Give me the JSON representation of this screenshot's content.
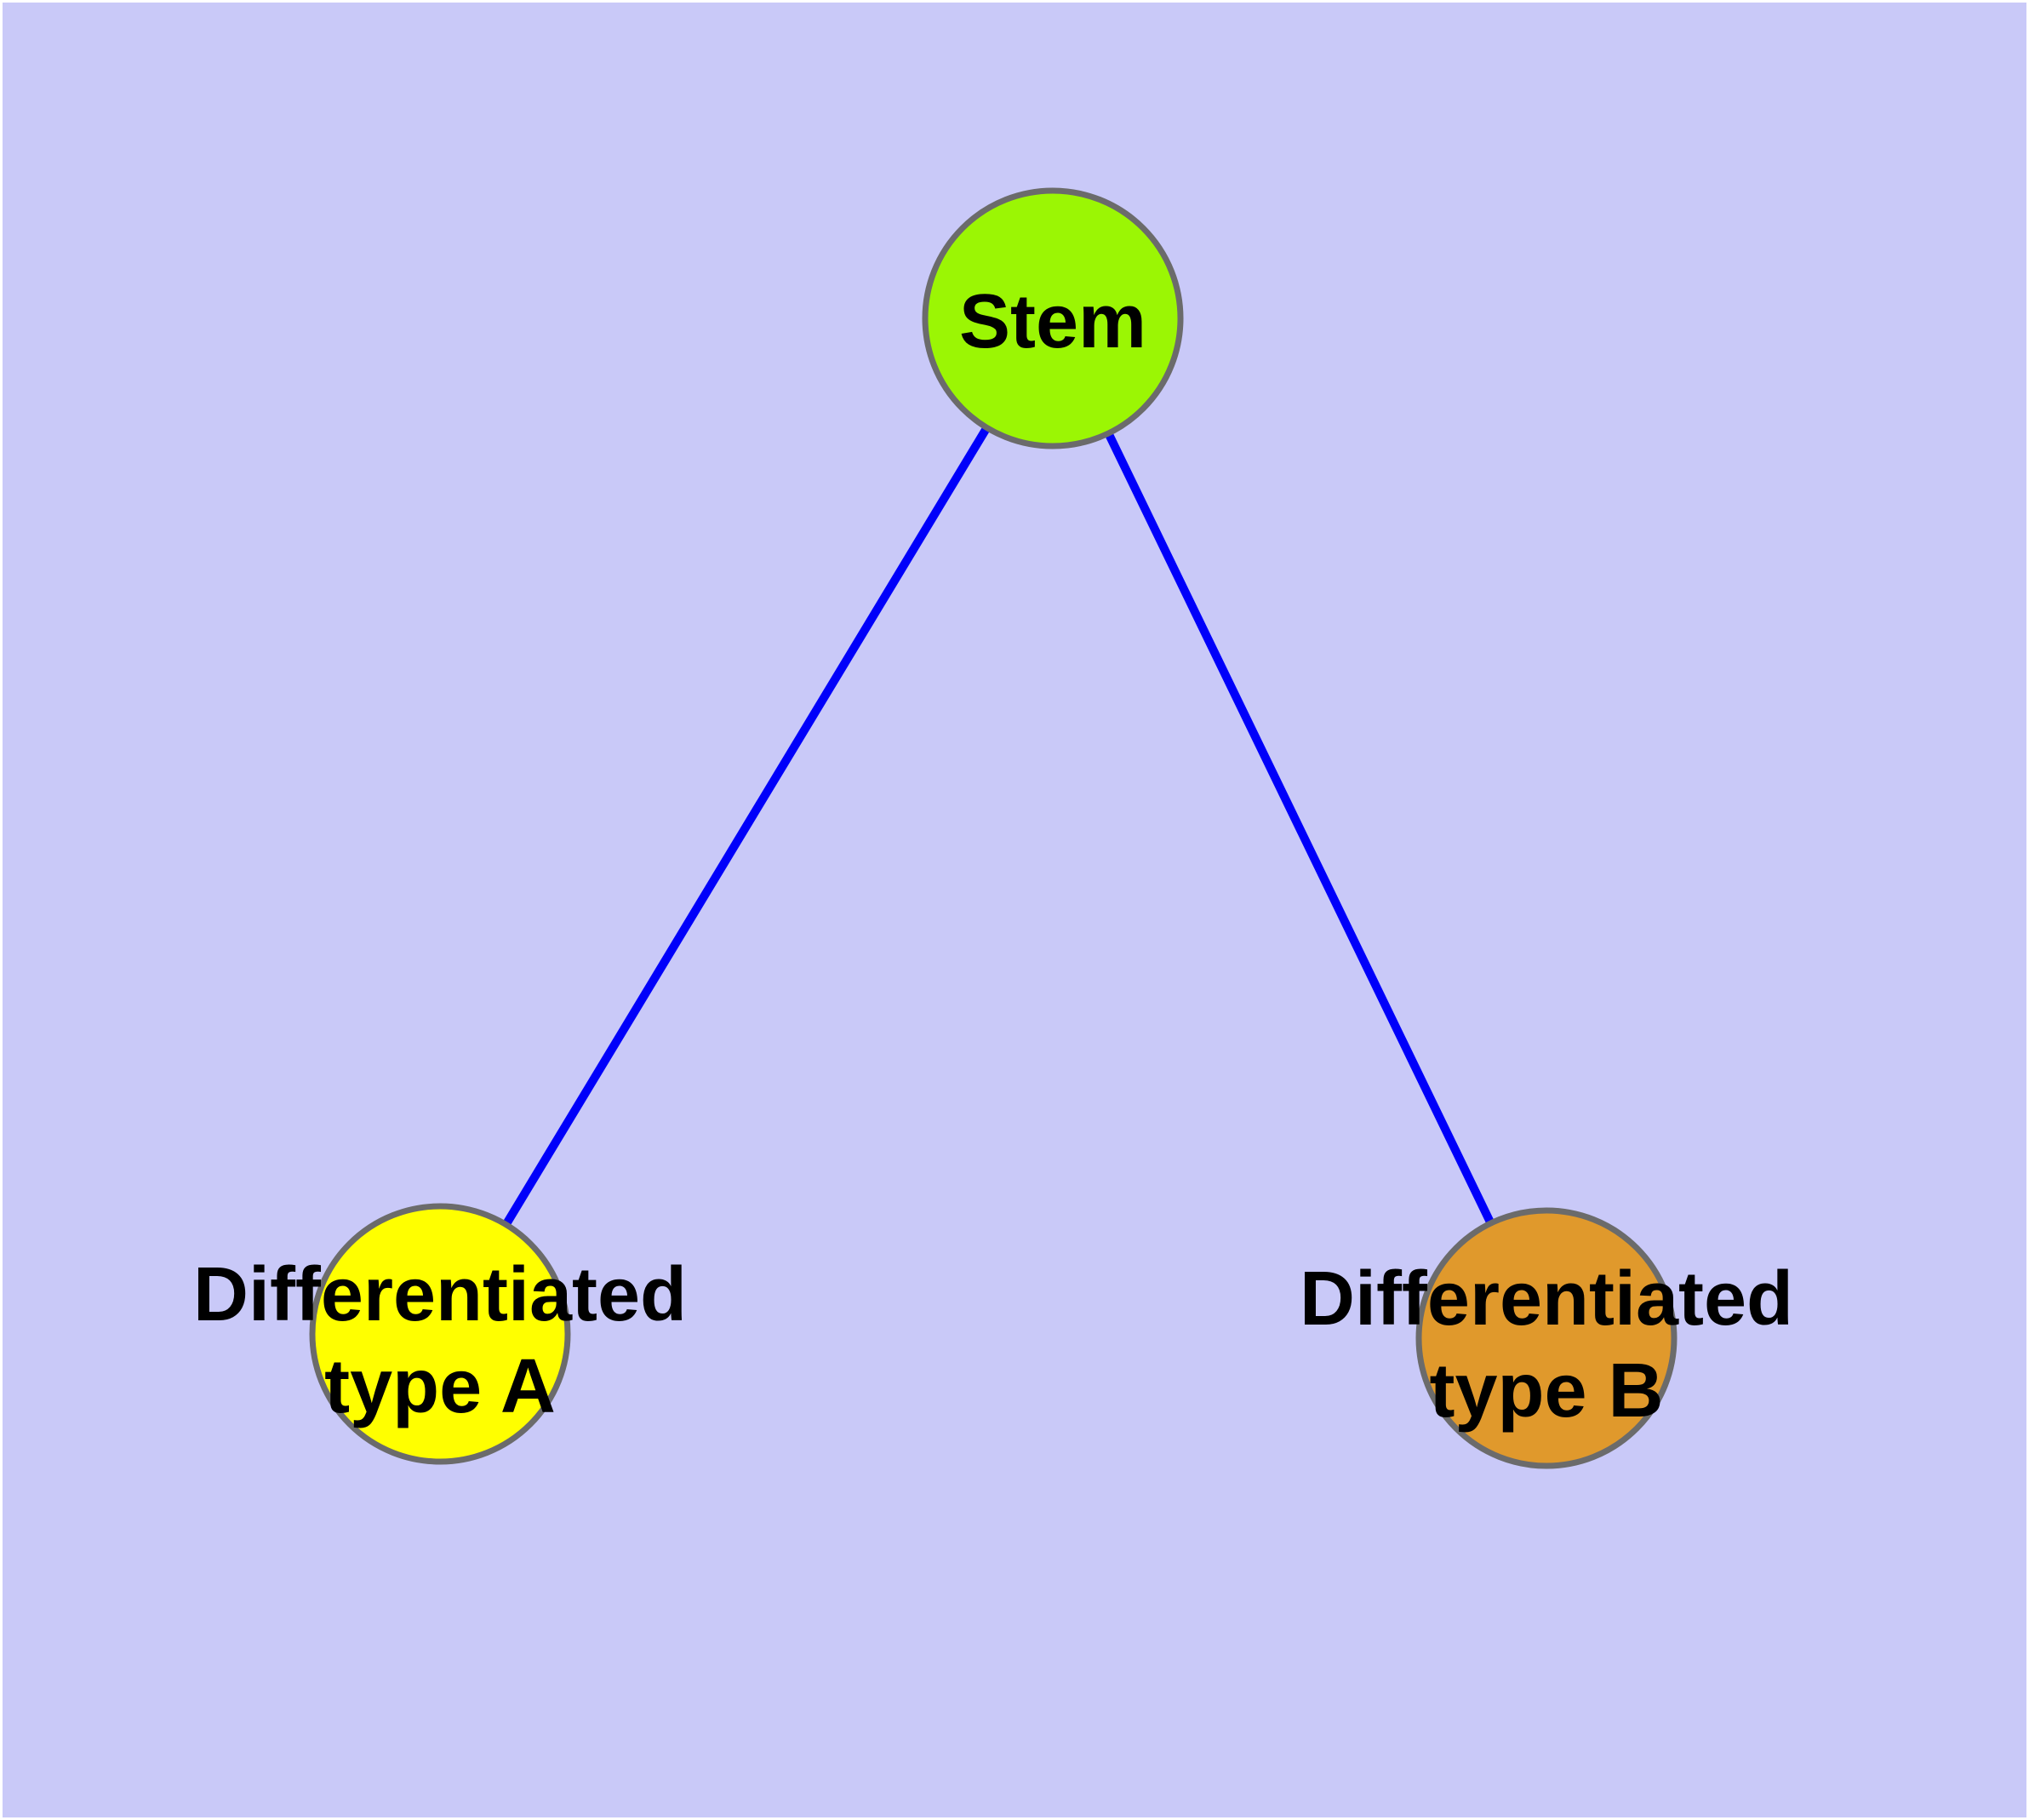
{
  "diagram": {
    "title": "",
    "background_color": "#C9C9F8",
    "frame_color": "#FFFFFF",
    "edge_color": "#0000FA",
    "node_border_color": "#6B6B6B",
    "text_color": "#000000",
    "nodes": {
      "stem": {
        "label": "Stem",
        "fill": "#9BF604"
      },
      "type_a": {
        "label": "Differentiated type A",
        "line1": "Differentiated",
        "line2": "type A",
        "fill": "#FFFF00"
      },
      "type_b": {
        "label": "Differentiated type B",
        "line1": "Differentiated",
        "line2": "type B",
        "fill": "#E0992C"
      }
    },
    "edges": [
      {
        "from": "Stem",
        "to": "Differentiated type A"
      },
      {
        "from": "Stem",
        "to": "Differentiated type B"
      }
    ]
  }
}
